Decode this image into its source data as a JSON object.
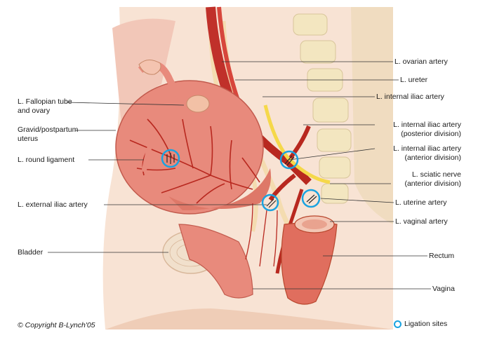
{
  "labels_left": [
    {
      "id": "fallopian",
      "lines": [
        "L. Fallopian tube",
        "and ovary"
      ]
    },
    {
      "id": "uterus",
      "lines": [
        "Gravid/postpartum",
        "uterus"
      ]
    },
    {
      "id": "round-ligament",
      "lines": [
        "L. round ligament"
      ]
    },
    {
      "id": "external-iliac",
      "lines": [
        "L. external iliac artery"
      ]
    },
    {
      "id": "bladder",
      "lines": [
        "Bladder"
      ]
    }
  ],
  "labels_right": [
    {
      "id": "ovarian-artery",
      "lines": [
        "L. ovarian artery"
      ]
    },
    {
      "id": "ureter",
      "lines": [
        "L. ureter"
      ]
    },
    {
      "id": "internal-iliac",
      "lines": [
        "L. internal iliac artery"
      ]
    },
    {
      "id": "internal-iliac-posterior",
      "lines": [
        "L. internal iliac artery",
        "(posterior division)"
      ]
    },
    {
      "id": "internal-iliac-anterior",
      "lines": [
        "L. internal iliac artery",
        "(anterior division)"
      ]
    },
    {
      "id": "sciatic-nerve",
      "lines": [
        "L. sciatic nerve",
        "(anterior division)"
      ]
    },
    {
      "id": "uterine-artery",
      "lines": [
        "L. uterine artery"
      ]
    },
    {
      "id": "vaginal-artery",
      "lines": [
        "L. vaginal artery"
      ]
    },
    {
      "id": "rectum",
      "lines": [
        "Rectum"
      ]
    },
    {
      "id": "vagina",
      "lines": [
        "Vagina"
      ]
    }
  ],
  "copyright": "© Copyright B-Lynch'05",
  "legend": {
    "label": "Ligation sites",
    "ring_color": "#1aa3e0"
  },
  "colors": {
    "artery": "#c0302a",
    "uterus": "#e88a7c",
    "skin": "#f6d9c6",
    "spine": "#f3e6c0",
    "ureter": "#f4dcb0",
    "ligation_ring": "#1aa3e0"
  }
}
